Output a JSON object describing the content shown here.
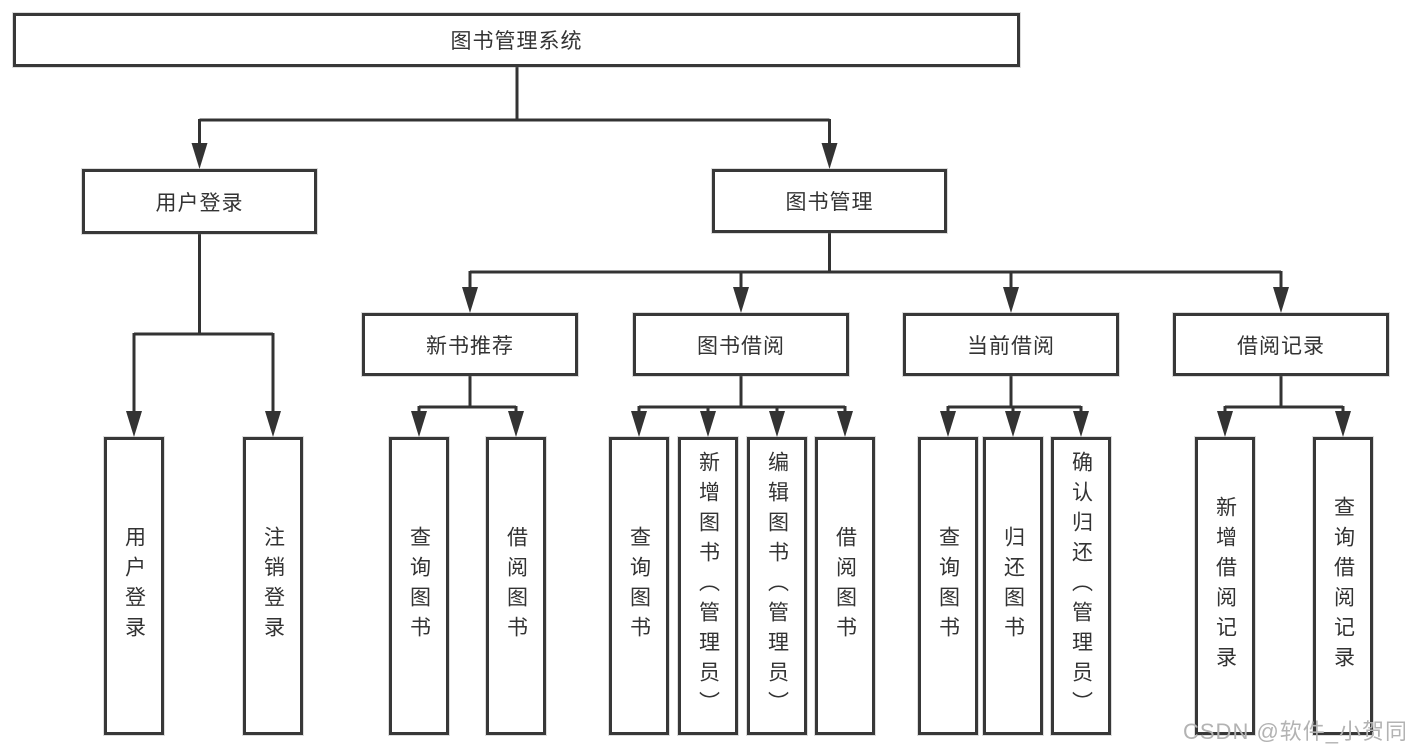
{
  "diagram": {
    "root": "图书管理系统",
    "level2": [
      "用户登录",
      "图书管理"
    ],
    "level3": [
      "新书推荐",
      "图书借阅",
      "当前借阅",
      "借阅记录"
    ],
    "leaves": {
      "user_login": [
        "用户登录",
        "注销登录"
      ],
      "new_book_recommend": [
        "查询图书",
        "借阅图书"
      ],
      "book_borrowing": [
        "查询图书",
        "新增图书（管理员）",
        "编辑图书（管理员）",
        "借阅图书"
      ],
      "current_borrowing": [
        "查询图书",
        "归还图书",
        "确认归还（管理员）"
      ],
      "borrowing_records": [
        "新增借阅记录",
        "查询借阅记录"
      ]
    }
  },
  "watermark": "CSDN @软件_小贺同学",
  "colors": {
    "line": "#333333",
    "box_border": "#383838",
    "text": "#333333",
    "watermark": "#b3b3b3",
    "background": "#ffffff"
  }
}
